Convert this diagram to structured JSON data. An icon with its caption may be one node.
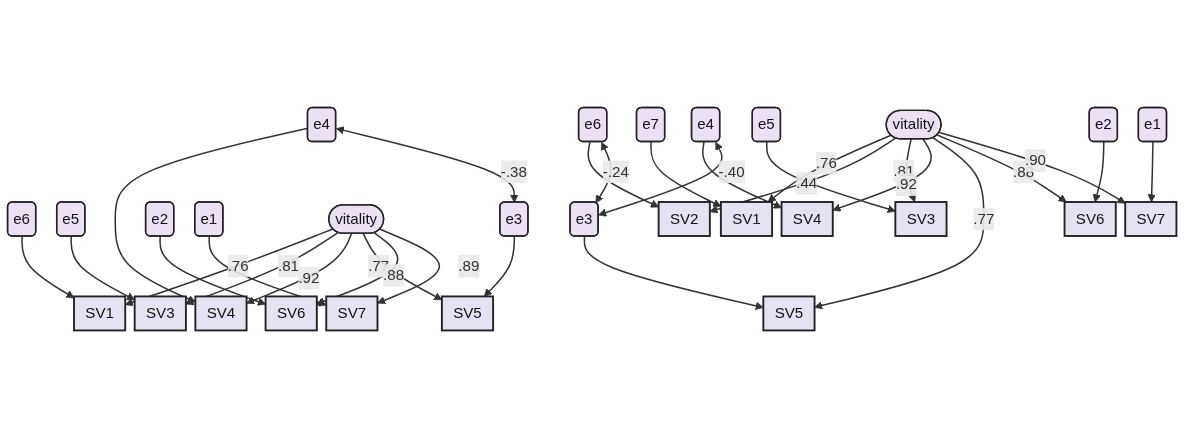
{
  "diagram": {
    "nodes": [
      {
        "text": [
          "e6"
        ]
      },
      {
        "text": [
          "SV1"
        ]
      },
      {
        "text": [
          "e5"
        ]
      },
      {
        "text": [
          "SV3"
        ]
      },
      {
        "text": [
          "e4"
        ]
      },
      {
        "text": [
          "SV4"
        ]
      },
      {
        "text": [
          "e3"
        ]
      },
      {
        "text": [
          "SV5"
        ]
      },
      {
        "text": [
          "e2"
        ]
      },
      {
        "text": [
          "SV6"
        ]
      },
      {
        "text": [
          "e1"
        ]
      },
      {
        "text": [
          "SV7"
        ]
      },
      {
        "text": [
          "vitality"
        ]
      },
      {
        "text": [
          "e7"
        ]
      },
      {
        "text": [
          "SV1"
        ]
      },
      {
        "text": [
          "e6"
        ]
      },
      {
        "text": [
          "SV2"
        ]
      },
      {
        "text": [
          "e5"
        ]
      },
      {
        "text": [
          "SV3"
        ]
      },
      {
        "text": [
          "e4"
        ]
      },
      {
        "text": [
          "SV4"
        ]
      },
      {
        "text": [
          "e3"
        ]
      },
      {
        "text": [
          "SV5"
        ]
      },
      {
        "text": [
          "e2"
        ]
      },
      {
        "text": [
          "SV6"
        ]
      },
      {
        "text": [
          "e1"
        ]
      },
      {
        "text": [
          "SV7"
        ]
      },
      {
        "text": [
          "vitality"
        ]
      }
    ],
    "edges": [
      {
        "from": 0,
        "to": 1,
        "arrow": "to"
      },
      {
        "from": 2,
        "to": 3,
        "arrow": "to"
      },
      {
        "from": 4,
        "to": 5,
        "arrow": "to"
      },
      {
        "from": 6,
        "to": 7,
        "arrow": "to"
      },
      {
        "from": 8,
        "to": 9,
        "arrow": "to"
      },
      {
        "from": 10,
        "to": 11,
        "arrow": "to"
      },
      {
        "from": 12,
        "to": 1,
        "arrow": "to",
        "label": ".76"
      },
      {
        "from": 12,
        "to": 3,
        "arrow": "to",
        "label": ".81"
      },
      {
        "from": 12,
        "to": 5,
        "arrow": "to",
        "label": ".92"
      },
      {
        "from": 12,
        "to": 7,
        "arrow": "to",
        "label": ".77"
      },
      {
        "from": 12,
        "to": 9,
        "arrow": "to",
        "label": ".88"
      },
      {
        "from": 12,
        "to": 11,
        "arrow": "to",
        "label": ".89"
      },
      {
        "from": 4,
        "to": 6,
        "arrow": "both",
        "label": "-.38"
      },
      {
        "from": 13,
        "to": 14,
        "arrow": "to"
      },
      {
        "from": 15,
        "to": 16,
        "arrow": "to"
      },
      {
        "from": 17,
        "to": 18,
        "arrow": "to"
      },
      {
        "from": 19,
        "to": 20,
        "arrow": "to"
      },
      {
        "from": 21,
        "to": 22,
        "arrow": "to"
      },
      {
        "from": 23,
        "to": 24,
        "arrow": "to"
      },
      {
        "from": 25,
        "to": 26,
        "arrow": "to"
      },
      {
        "from": 27,
        "to": 14,
        "arrow": "to",
        "label": ".76"
      },
      {
        "from": 27,
        "to": 16,
        "arrow": "to",
        "label": ".44"
      },
      {
        "from": 27,
        "to": 18,
        "arrow": "to",
        "label": ".81"
      },
      {
        "from": 27,
        "to": 20,
        "arrow": "to",
        "label": ".92"
      },
      {
        "from": 27,
        "to": 22,
        "arrow": "to",
        "label": ".77"
      },
      {
        "from": 27,
        "to": 24,
        "arrow": "to",
        "label": ".88"
      },
      {
        "from": 27,
        "to": 26,
        "arrow": "to",
        "label": ".90"
      },
      {
        "from": 15,
        "to": 21,
        "arrow": "both",
        "label": "-.24"
      },
      {
        "from": 19,
        "to": 21,
        "arrow": "both",
        "label": "-.40"
      }
    ]
  }
}
